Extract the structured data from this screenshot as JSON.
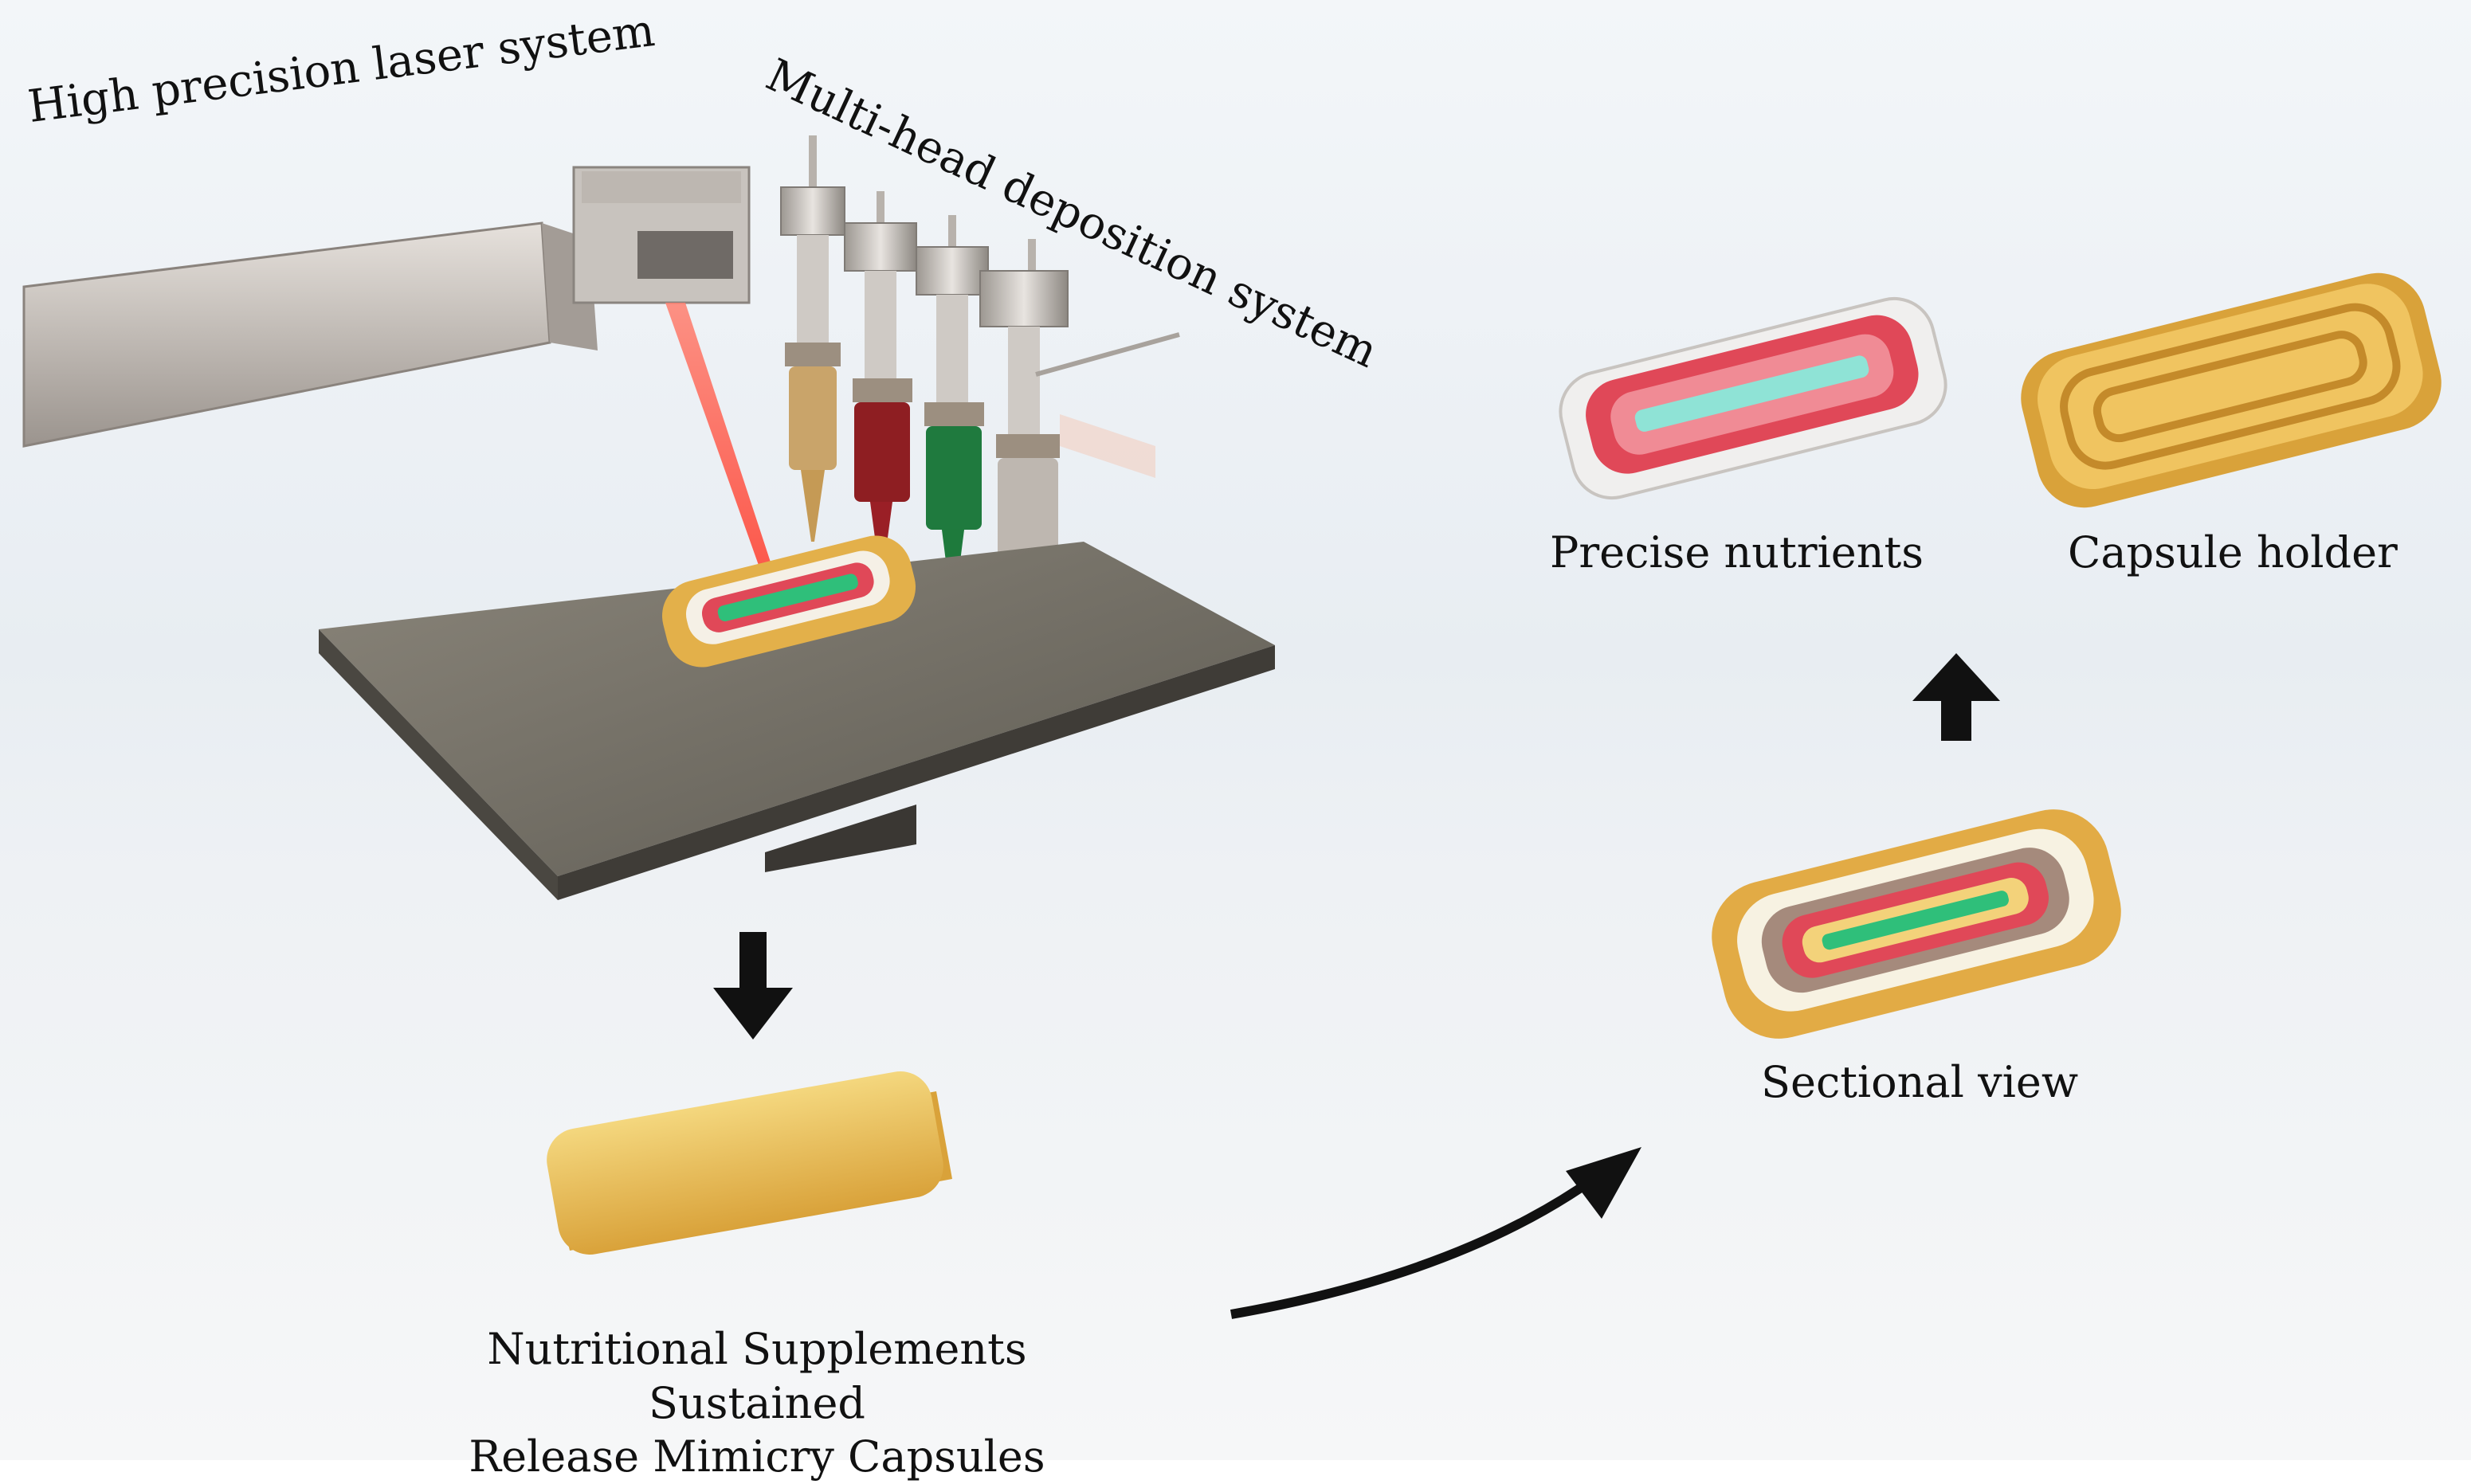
{
  "labels": {
    "laser_system": "High precision laser system",
    "deposition_system": "Multi-head deposition system",
    "precise_nutrients": "Precise nutrients",
    "capsule_holder": "Capsule holder",
    "sectional_view": "Sectional view",
    "caption_line1": "Nutritional Supplements Sustained",
    "caption_line2": "Release Mimicry Capsules"
  },
  "colors": {
    "capsule_yellow": "#e8b84a",
    "nutrient_red": "#e04858",
    "nutrient_green": "#2fbf7a",
    "nutrient_cyan": "#8fe3d6",
    "laser_beam": "#ff4a3a",
    "platform": "#6e6a60",
    "arm": "#c9c2bc",
    "arrow": "#111111"
  },
  "icons": {
    "down_arrow": "arrow-down-icon",
    "up_arrow": "arrow-up-icon",
    "curved_arrow": "curved-arrow-icon"
  }
}
